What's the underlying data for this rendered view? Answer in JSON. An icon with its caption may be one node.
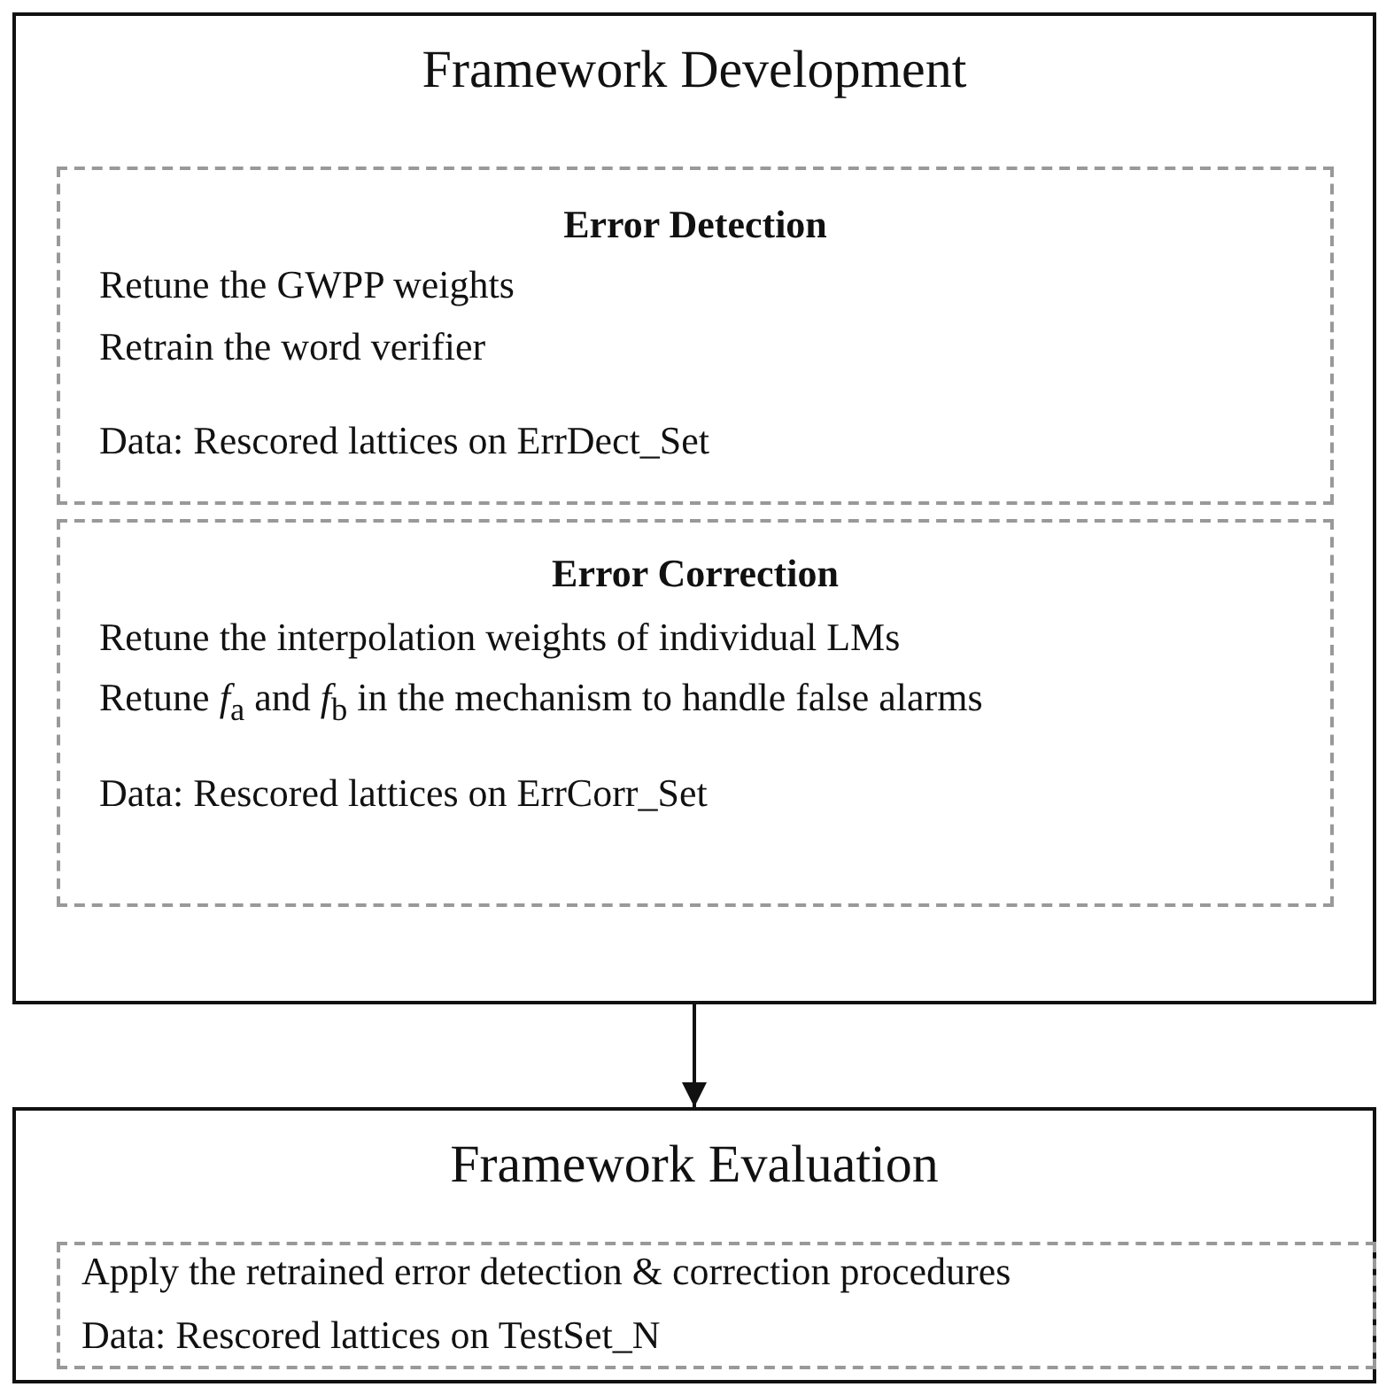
{
  "diagram": {
    "nodes": [
      {
        "text": [
          "Framework Development"
        ]
      },
      {
        "text": [
          "Error Detection",
          "Retune the GWPP weights",
          "Retrain the word verifier",
          "Data: Rescored lattices on ErrDect_Set"
        ],
        "in": 0
      },
      {
        "text": [
          "Error Correction",
          "Retune the interpolation weights of individual LMs",
          "Retune *f*$_{a}$ and *f*$_{b}$ in the mechanism to handle false alarms",
          "Data: Rescored lattices on ErrCorr_Set"
        ],
        "in": 0
      },
      {
        "text": [
          "Framework Evaluation"
        ]
      },
      {
        "text": [
          "Apply the retrained error detection & correction procedures",
          "Data: Rescored lattices on TestSet_N"
        ],
        "in": 3
      }
    ],
    "edges": [
      {
        "from": 0,
        "to": 3,
        "arrow": "to"
      }
    ]
  }
}
